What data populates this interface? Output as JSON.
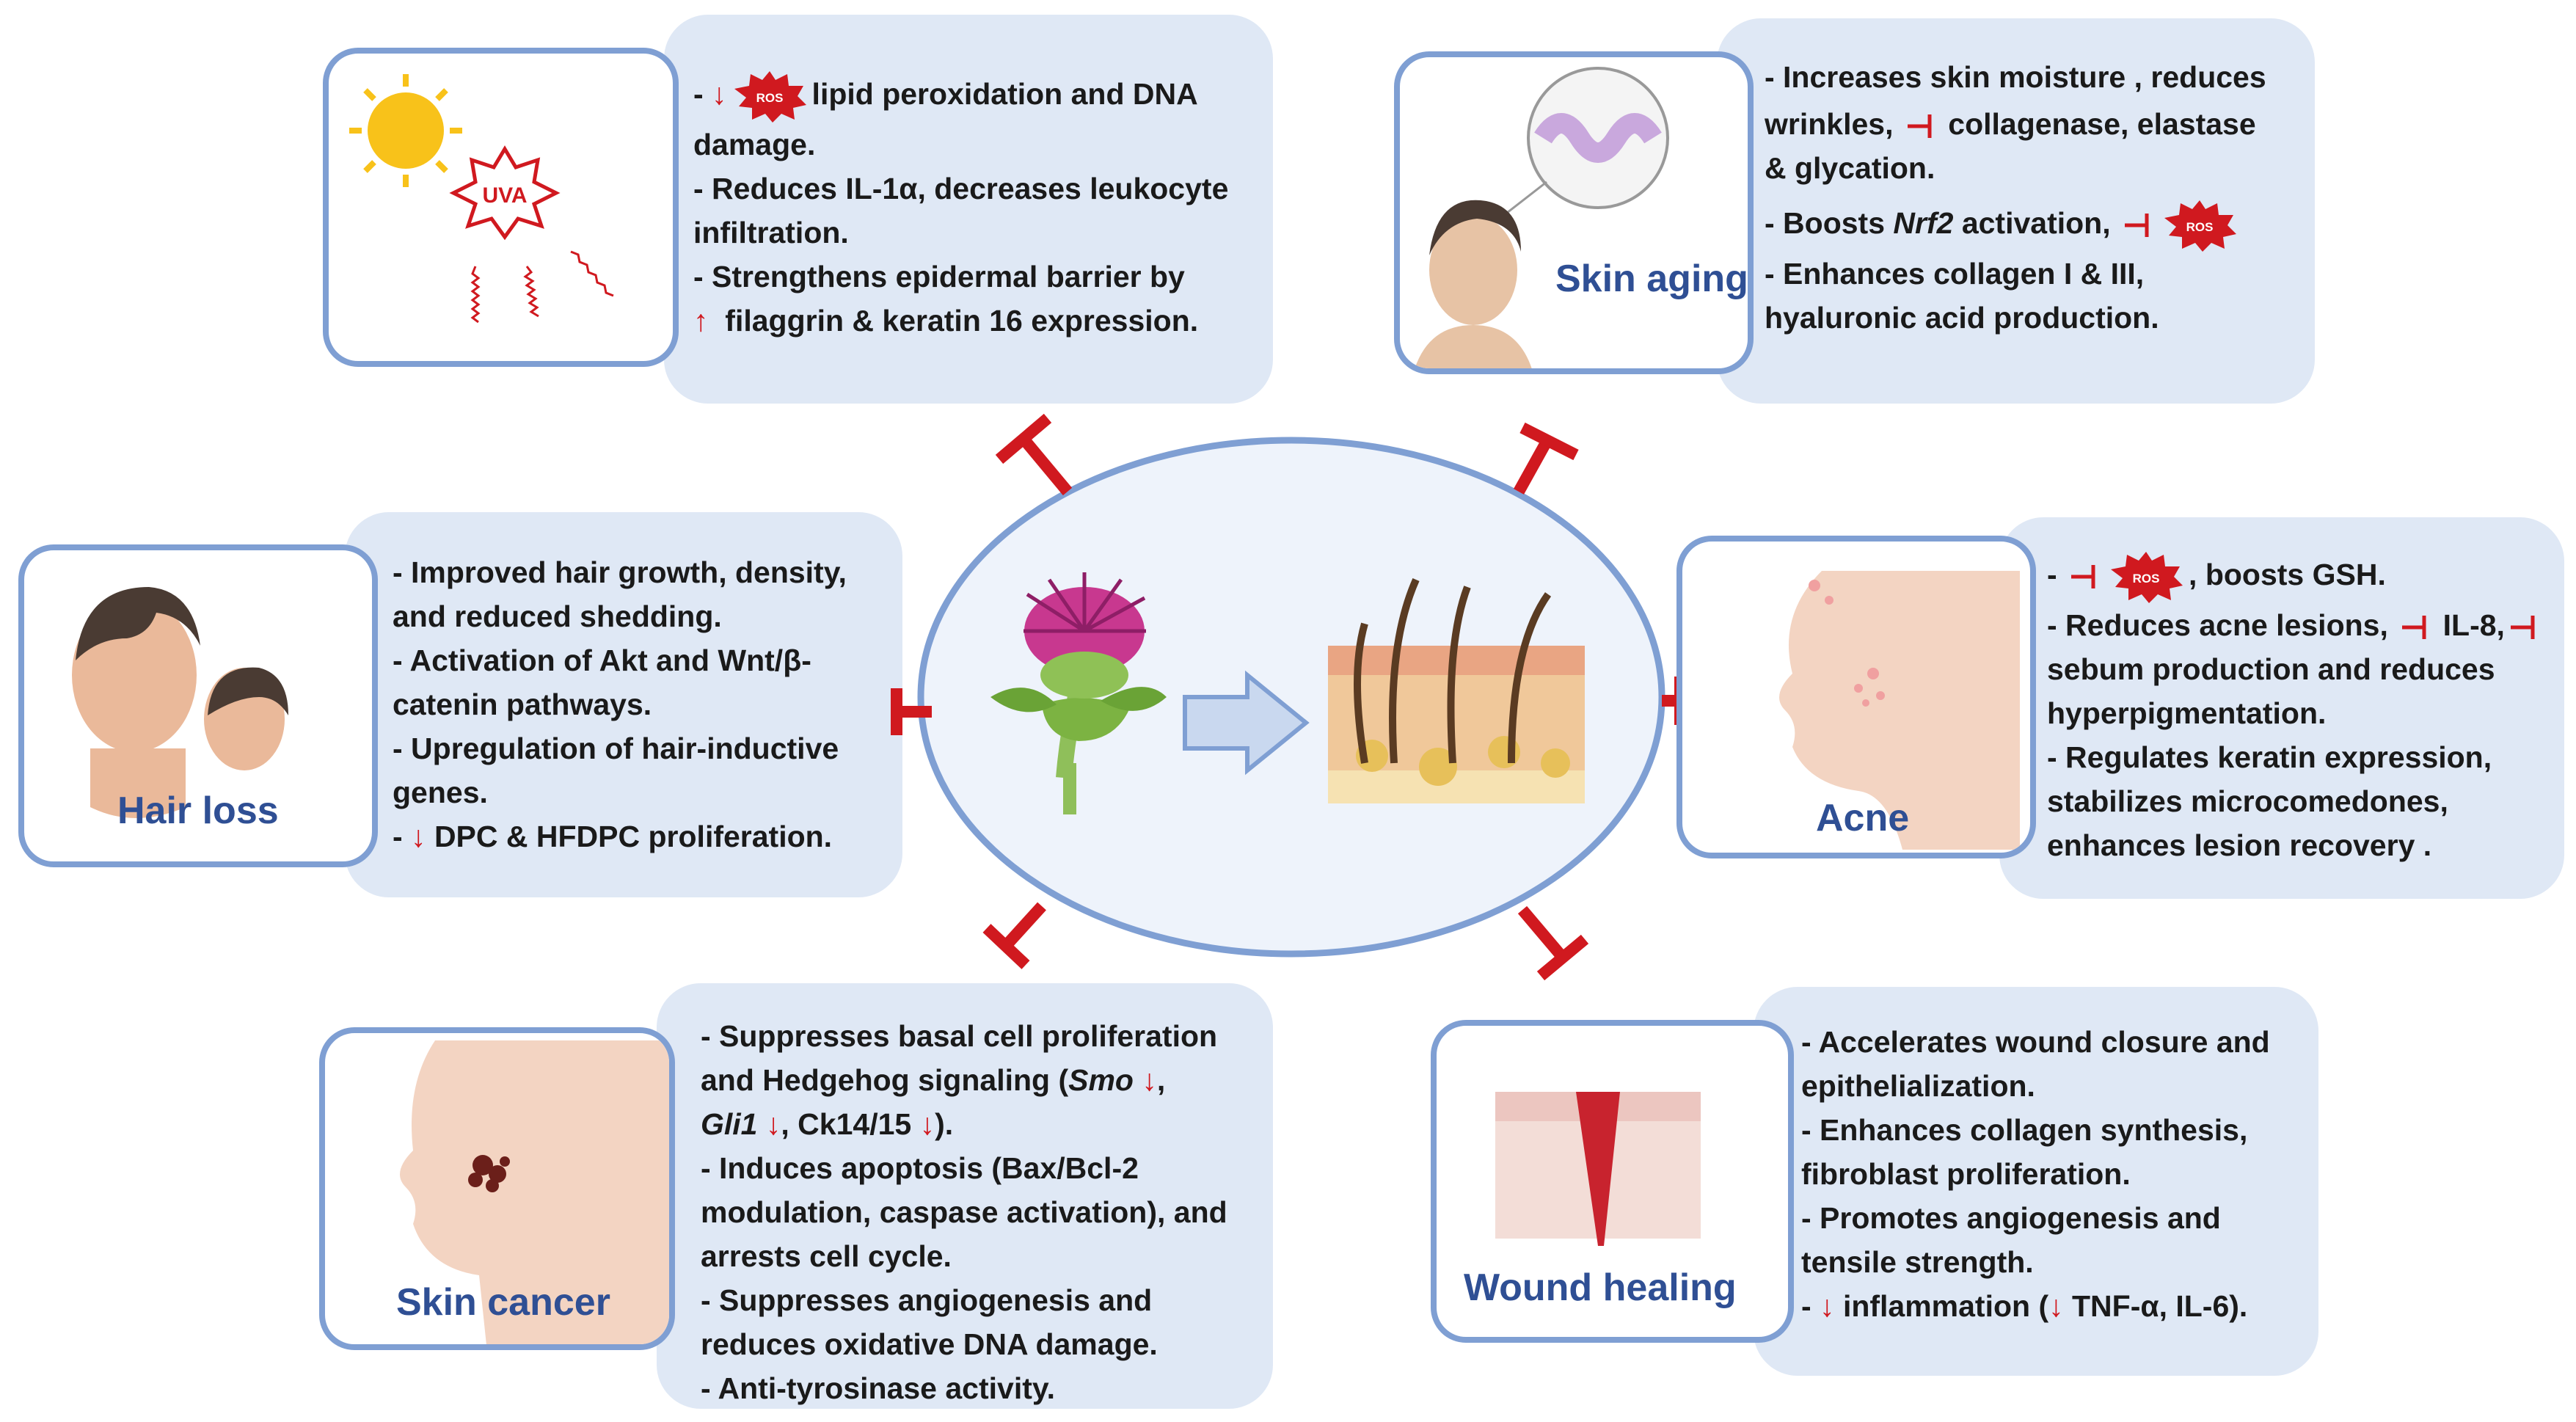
{
  "colors": {
    "panel": "#dfe8f5",
    "box_border": "#7f9fd3",
    "title": "#2f4f94",
    "inhibit": "#d0191f",
    "ellipse": "#eef3fb"
  },
  "icons": {
    "ros_label": "ROS",
    "uva_label": "UVA"
  },
  "uva": {
    "l1": [
      " - ",
      "lipid peroxidation and DNA"
    ],
    "l2": "damage.",
    "l3": "- Reduces IL-1α, decreases leukocyte",
    "l4": "infiltration.",
    "l5": "-  Strengthens epidermal barrier by",
    "l6": "filaggrin & keratin 16 expression."
  },
  "skin_aging": {
    "title": "Skin aging",
    "l1": "- Increases skin moisture , reduces",
    "l2a": "wrinkles, ",
    "l2b": " collagenase, elastase",
    "l3": "& glycation.",
    "l4a": "- Boosts ",
    "l4b": "Nrf2",
    "l4c": " activation, ",
    "l5": "- Enhances collagen I & III,",
    "l6": "hyaluronic acid production."
  },
  "hair_loss": {
    "title": "Hair loss",
    "l1": "- Improved hair growth, density,",
    "l2": "and reduced shedding.",
    "l3": "- Activation of Akt and Wnt/β-",
    "l4": "catenin pathways.",
    "l5": "- Upregulation of hair-inductive",
    "l6": "genes.",
    "l7a": "- ",
    "l7b": " DPC & HFDPC proliferation."
  },
  "acne": {
    "title": "Acne",
    "l1a": "- ",
    "l1b": ", boosts GSH.",
    "l2a": "- Reduces acne lesions, ",
    "l2b": " IL-8,",
    "l3": "sebum production and reduces",
    "l4": "hyperpigmentation.",
    "l5": "- Regulates keratin expression,",
    "l6": "stabilizes microcomedones,",
    "l7": "enhances lesion recovery ."
  },
  "skin_cancer": {
    "title": "Skin cancer",
    "l1": "- Suppresses basal cell proliferation",
    "l2a": "and Hedgehog signaling (",
    "l2b": "Smo",
    "l2c": ",",
    "l3a": "Gli1",
    "l3b": ", Ck14/15 ",
    "l3c": ").",
    "l4": "- Induces apoptosis (Bax/Bcl-2",
    "l5": "modulation, caspase activation), and",
    "l6": "arrests cell cycle.",
    "l7": "- Suppresses angiogenesis and",
    "l8": "reduces oxidative DNA damage.",
    "l9": "- Anti-tyrosinase activity."
  },
  "wound": {
    "title": "Wound healing",
    "l1": "- Accelerates wound closure and",
    "l2": "epithelialization.",
    "l3": "- Enhances collagen synthesis,",
    "l4": "fibroblast proliferation.",
    "l5": "- Promotes angiogenesis and",
    "l6": "tensile strength.",
    "l7a": "- ",
    "l7b": " inflammation (",
    "l7c": " TNF-α, IL-6)."
  }
}
